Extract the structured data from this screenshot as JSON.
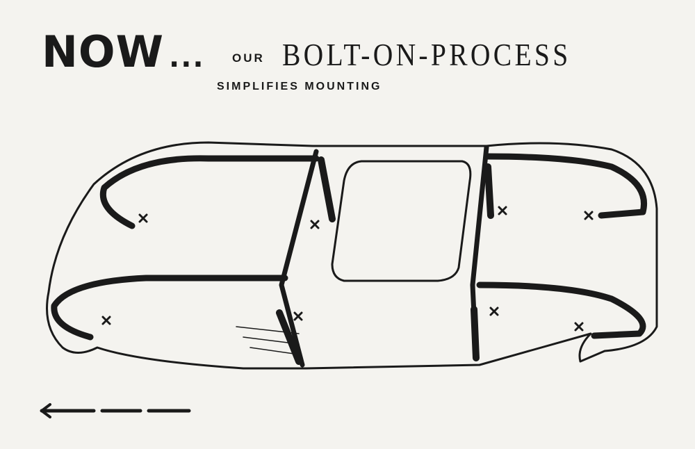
{
  "headline": {
    "now": "NOW",
    "ellipsis": "...",
    "our": "OUR",
    "process": "BOLT-ON-PROCESS",
    "subtitle": "SIMPLIFIES MOUNTING"
  },
  "illustration": {
    "subject": "car-body-frame-diagram",
    "ink_color": "#1a1a1a",
    "paper_color": "#f4f3ef"
  }
}
